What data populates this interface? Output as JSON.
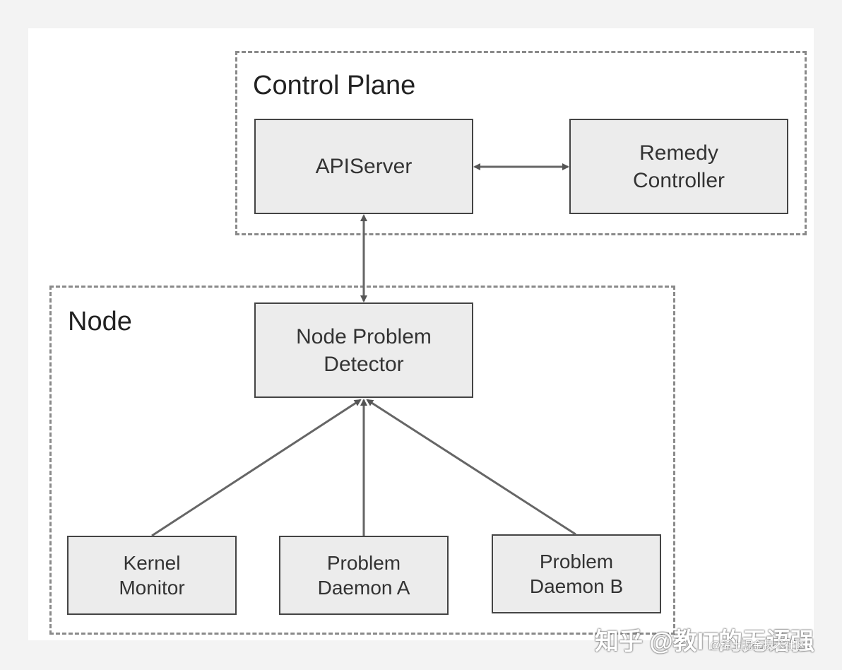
{
  "control_plane": {
    "label": "Control Plane",
    "apiserver_label": "APIServer",
    "remedy_line1": "Remedy",
    "remedy_line2": "Controller"
  },
  "node": {
    "label": "Node",
    "npd_line1": "Node Problem",
    "npd_line2": "Detector",
    "kernel_line1": "Kernel",
    "kernel_line2": "Monitor",
    "daemon_a_line1": "Problem",
    "daemon_a_line2": "Daemon A",
    "daemon_b_line1": "Problem",
    "daemon_b_line2": "Daemon B"
  },
  "watermark": {
    "main": "知乎 @教IT的无语强",
    "sub": "@稀土掘金技术社区"
  }
}
